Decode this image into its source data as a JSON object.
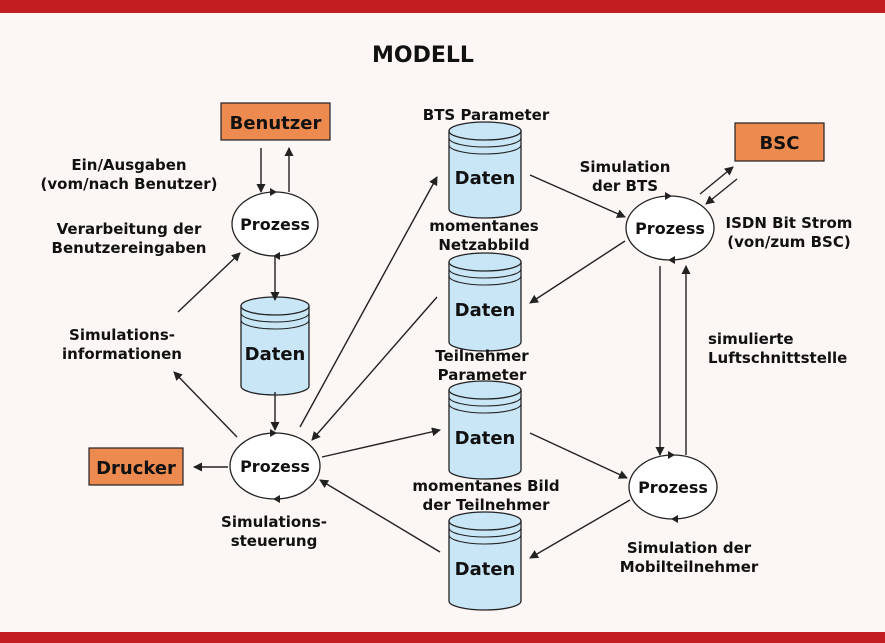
{
  "title": "MODELL",
  "colors": {
    "accent_bar": "#c21e22",
    "external_box": "#ec8a50",
    "database": "#c9e6f7",
    "background": "#fcf6f4"
  },
  "externals": {
    "benutzer": "Benutzer",
    "bsc": "BSC",
    "drucker": "Drucker"
  },
  "processes": {
    "p1": "Prozess",
    "p2": "Prozess",
    "p3": "Prozess",
    "p4": "Prozess"
  },
  "databases": {
    "d1": "Daten",
    "d2": "Daten",
    "d3": "Daten",
    "d4": "Daten",
    "d5": "Daten"
  },
  "labels": {
    "ein_ausgaben": [
      "Ein/Ausgaben",
      "(vom/nach Benutzer)"
    ],
    "verarbeitung": [
      "Verarbeitung der",
      "Benutzereingaben"
    ],
    "sim_info": [
      "Simulations-",
      "informationen"
    ],
    "sim_steuerung": [
      "Simulations-",
      "steuerung"
    ],
    "bts_param": [
      "BTS Parameter"
    ],
    "netzabbild": [
      "momentanes",
      "Netzabbild"
    ],
    "teilnehmer_param": [
      "Teilnehmer",
      "Parameter"
    ],
    "bild_teilnehmer": [
      "momentanes Bild",
      "der Teilnehmer"
    ],
    "sim_bts": [
      "Simulation",
      "der BTS"
    ],
    "isdn": [
      "ISDN Bit Strom",
      "(von/zum BSC)"
    ],
    "luft": [
      "simulierte",
      "Luftschnittstelle"
    ],
    "sim_mobil": [
      "Simulation der",
      "Mobilteilnehmer"
    ]
  }
}
